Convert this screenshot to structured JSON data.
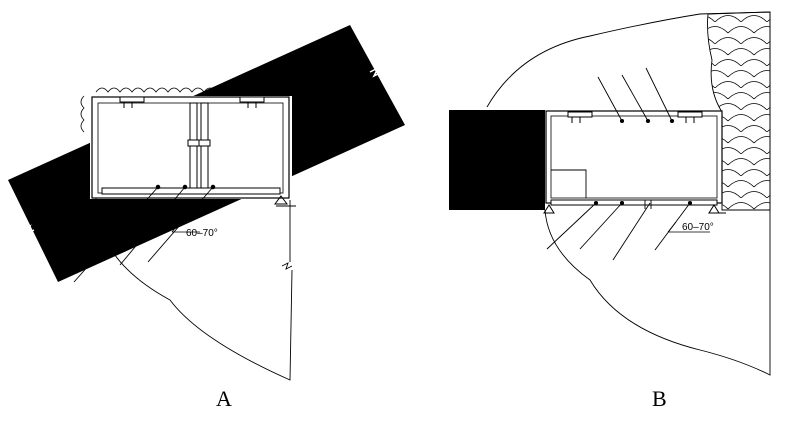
{
  "panels": [
    {
      "id": "A",
      "caption": "A",
      "angle_label": "60–70°"
    },
    {
      "id": "B",
      "caption": "B",
      "angle_label": "60–70°"
    }
  ],
  "colors": {
    "line": "#000000",
    "fill": "#000000",
    "background": "#ffffff"
  }
}
